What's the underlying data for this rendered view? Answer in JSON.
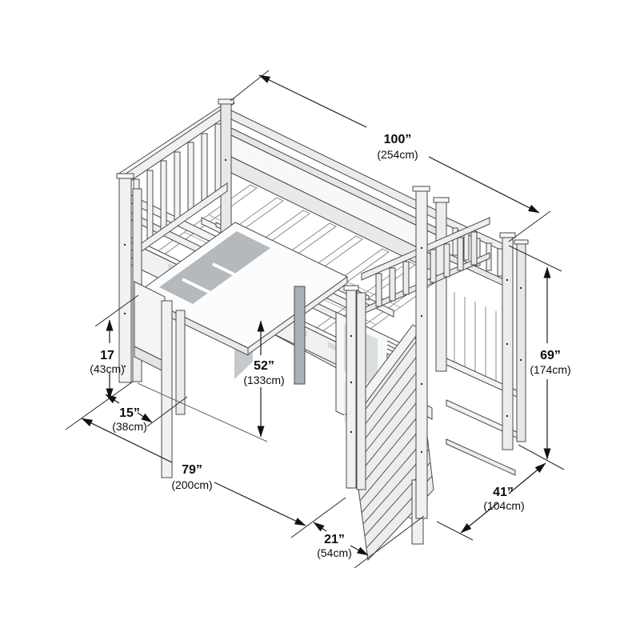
{
  "diagram": {
    "kind": "isometric dimension line drawing",
    "subject": "loft bed with desk, storage shelves and staircase",
    "background": "#ffffff",
    "colors": {
      "line": "#4a4a4a",
      "dimension_line": "#1c1c1c",
      "panel_light": "#f2f2f2",
      "panel_shadow": "#b4b9bd",
      "text": "#0d0d0d"
    },
    "dims": {
      "length": {
        "in": "100”",
        "cm": "(254cm)"
      },
      "height": {
        "in": "69”",
        "cm": "(174cm)"
      },
      "desk_height": {
        "in": "17",
        "cm": "(43cm)"
      },
      "clearance": {
        "in": "52”",
        "cm": "(133cm)"
      },
      "desk_depth": {
        "in": "15”",
        "cm": "(38cm)"
      },
      "floor_length": {
        "in": "79”",
        "cm": "(200cm)"
      },
      "stair_depth": {
        "in": "21”",
        "cm": "(54cm)"
      },
      "bed_width": {
        "in": "41”",
        "cm": "(104cm)"
      }
    }
  }
}
